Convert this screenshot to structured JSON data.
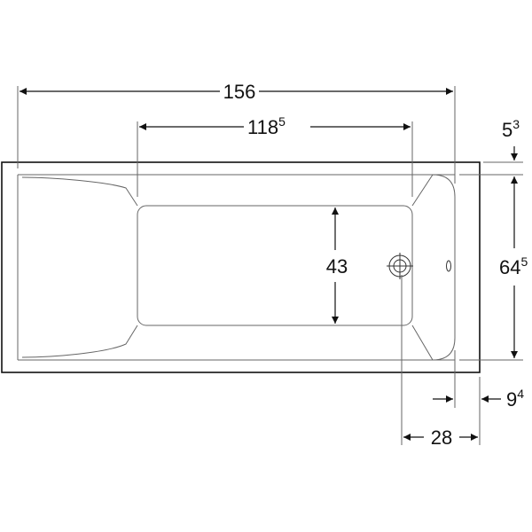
{
  "dimensions": {
    "overall_length": {
      "main": "156",
      "sup": ""
    },
    "inner_length": {
      "main": "118",
      "sup": "5"
    },
    "rim_offset": {
      "main": "5",
      "sup": "3"
    },
    "inner_floor_width": {
      "main": "43",
      "sup": ""
    },
    "overall_width": {
      "main": "64",
      "sup": "5"
    },
    "end_rim": {
      "main": "9",
      "sup": "4"
    },
    "drain_offset": {
      "main": "28",
      "sup": ""
    }
  },
  "colors": {
    "line": "#111111",
    "thin": "#555555"
  }
}
